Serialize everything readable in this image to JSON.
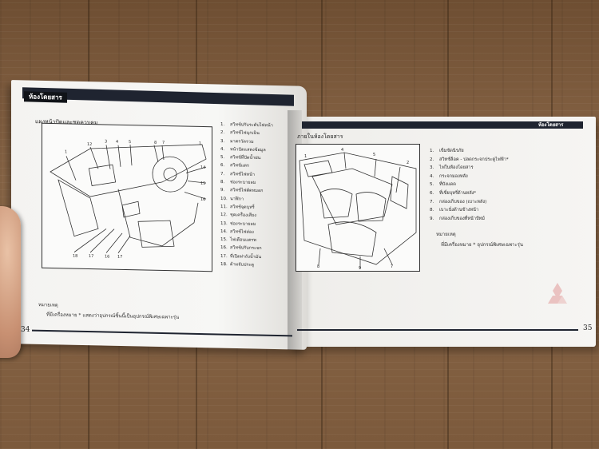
{
  "left_page": {
    "header": "ห้องโดยสาร",
    "caption": "แผงหน้าปัดและชุดควบคุม",
    "items": [
      {
        "n": "1.",
        "text": "สวิทช์ปรับระดับไฟหน้า"
      },
      {
        "n": "2.",
        "text": "สวิทช์ไฟฉุกเฉิน"
      },
      {
        "n": "3.",
        "text": "มาตรวัดรวม"
      },
      {
        "n": "4.",
        "text": "หน้าปัดแสดงข้อมูล"
      },
      {
        "n": "5.",
        "text": "สวิทช์ที่ปัดน้ำฝน"
      },
      {
        "n": "6.",
        "text": "สวิทช์แตร"
      },
      {
        "n": "7.",
        "text": "สวิทช์ไฟหน้า"
      },
      {
        "n": "8.",
        "text": "ช่องระบายลม"
      },
      {
        "n": "9.",
        "text": "สวิทช์ไฟตัดหมอก"
      },
      {
        "n": "10.",
        "text": "นาฬิกา"
      },
      {
        "n": "11.",
        "text": "สวิทช์จุดบุหรี่"
      },
      {
        "n": "12.",
        "text": "ชุดเครื่องเสียง"
      },
      {
        "n": "13.",
        "text": "ช่องระบายลม"
      },
      {
        "n": "14.",
        "text": "สวิทช์ไฟส่อง"
      },
      {
        "n": "15.",
        "text": "ไฟเตือนแตรพ"
      },
      {
        "n": "16.",
        "text": "สวิทช์ปรับกระจก"
      },
      {
        "n": "17.",
        "text": "ที่เปิดฝาถังน้ำมัน"
      },
      {
        "n": "18.",
        "text": "ด้ามจับประตู"
      }
    ],
    "note_title": "หมายเหตุ",
    "note_text": "ที่มีเครื่องหมาย * แสดงว่าอุปกรณ์ชิ้นนี้เป็นอุปกรณ์พิเศษเฉพาะรุ่น",
    "page_number": "34"
  },
  "right_page": {
    "header": "ห้องโดยสาร",
    "caption": "ภายในห้องโดยสาร",
    "items": [
      {
        "n": "1.",
        "text": "เข็มขัดนิรภัย"
      },
      {
        "n": "2.",
        "text": "สวิทช์ล็อค - ปลดกระจกประตูไฟฟ้า*"
      },
      {
        "n": "3.",
        "text": "ไฟในห้องโดยสาร"
      },
      {
        "n": "4.",
        "text": "กระจกมองหลัง"
      },
      {
        "n": "5.",
        "text": "ที่บังแดด"
      },
      {
        "n": "6.",
        "text": "ที่เขี่ยบุหรี่ด้านหลัง*"
      },
      {
        "n": "7.",
        "text": "กล่องเก็บของ (เบาะหลัง)"
      },
      {
        "n": "8.",
        "text": "เบาะนั่งด้านข้างหน้า"
      },
      {
        "n": "9.",
        "text": "กล่องเก็บของที่หน้าปัทม์"
      }
    ],
    "note_title": "หมายเหตุ",
    "note_text": "ที่มีเครื่องหมาย * อุปกรณ์พิเศษเฉพาะรุ่น",
    "page_number": "35"
  },
  "colors": {
    "header_bar": "#1f2430",
    "paper": "#f6f5f3",
    "wood": "#7a5a3c"
  }
}
